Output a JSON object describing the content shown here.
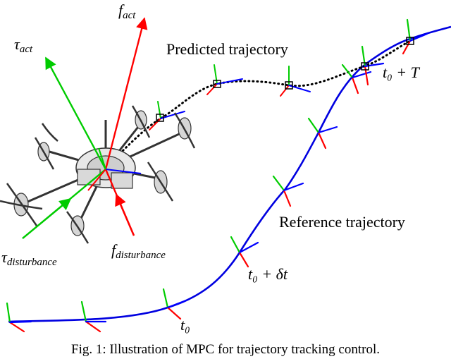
{
  "labels": {
    "predicted_trajectory": "Predicted trajectory",
    "reference_trajectory": "Reference trajectory",
    "t0_plus_T": "t₀ + T",
    "t0_plus_dt": "t₀ + δt",
    "t0": "t₀"
  },
  "forces": {
    "f_act": {
      "base": "f",
      "sub": "act"
    },
    "tau_act": {
      "base": "τ",
      "sub": "act"
    },
    "tau_disturbance": {
      "base": "τ",
      "sub": "disturbance"
    },
    "f_disturbance": {
      "base": "f",
      "sub": "disturbance"
    }
  },
  "caption": "Fig. 1: Illustration of MPC for trajectory tracking control.",
  "colors": {
    "reference": "#0000e0",
    "axis_red": "#ff0000",
    "axis_green": "#00cc00",
    "axis_blue": "#0000ff",
    "predicted": "#000000"
  }
}
